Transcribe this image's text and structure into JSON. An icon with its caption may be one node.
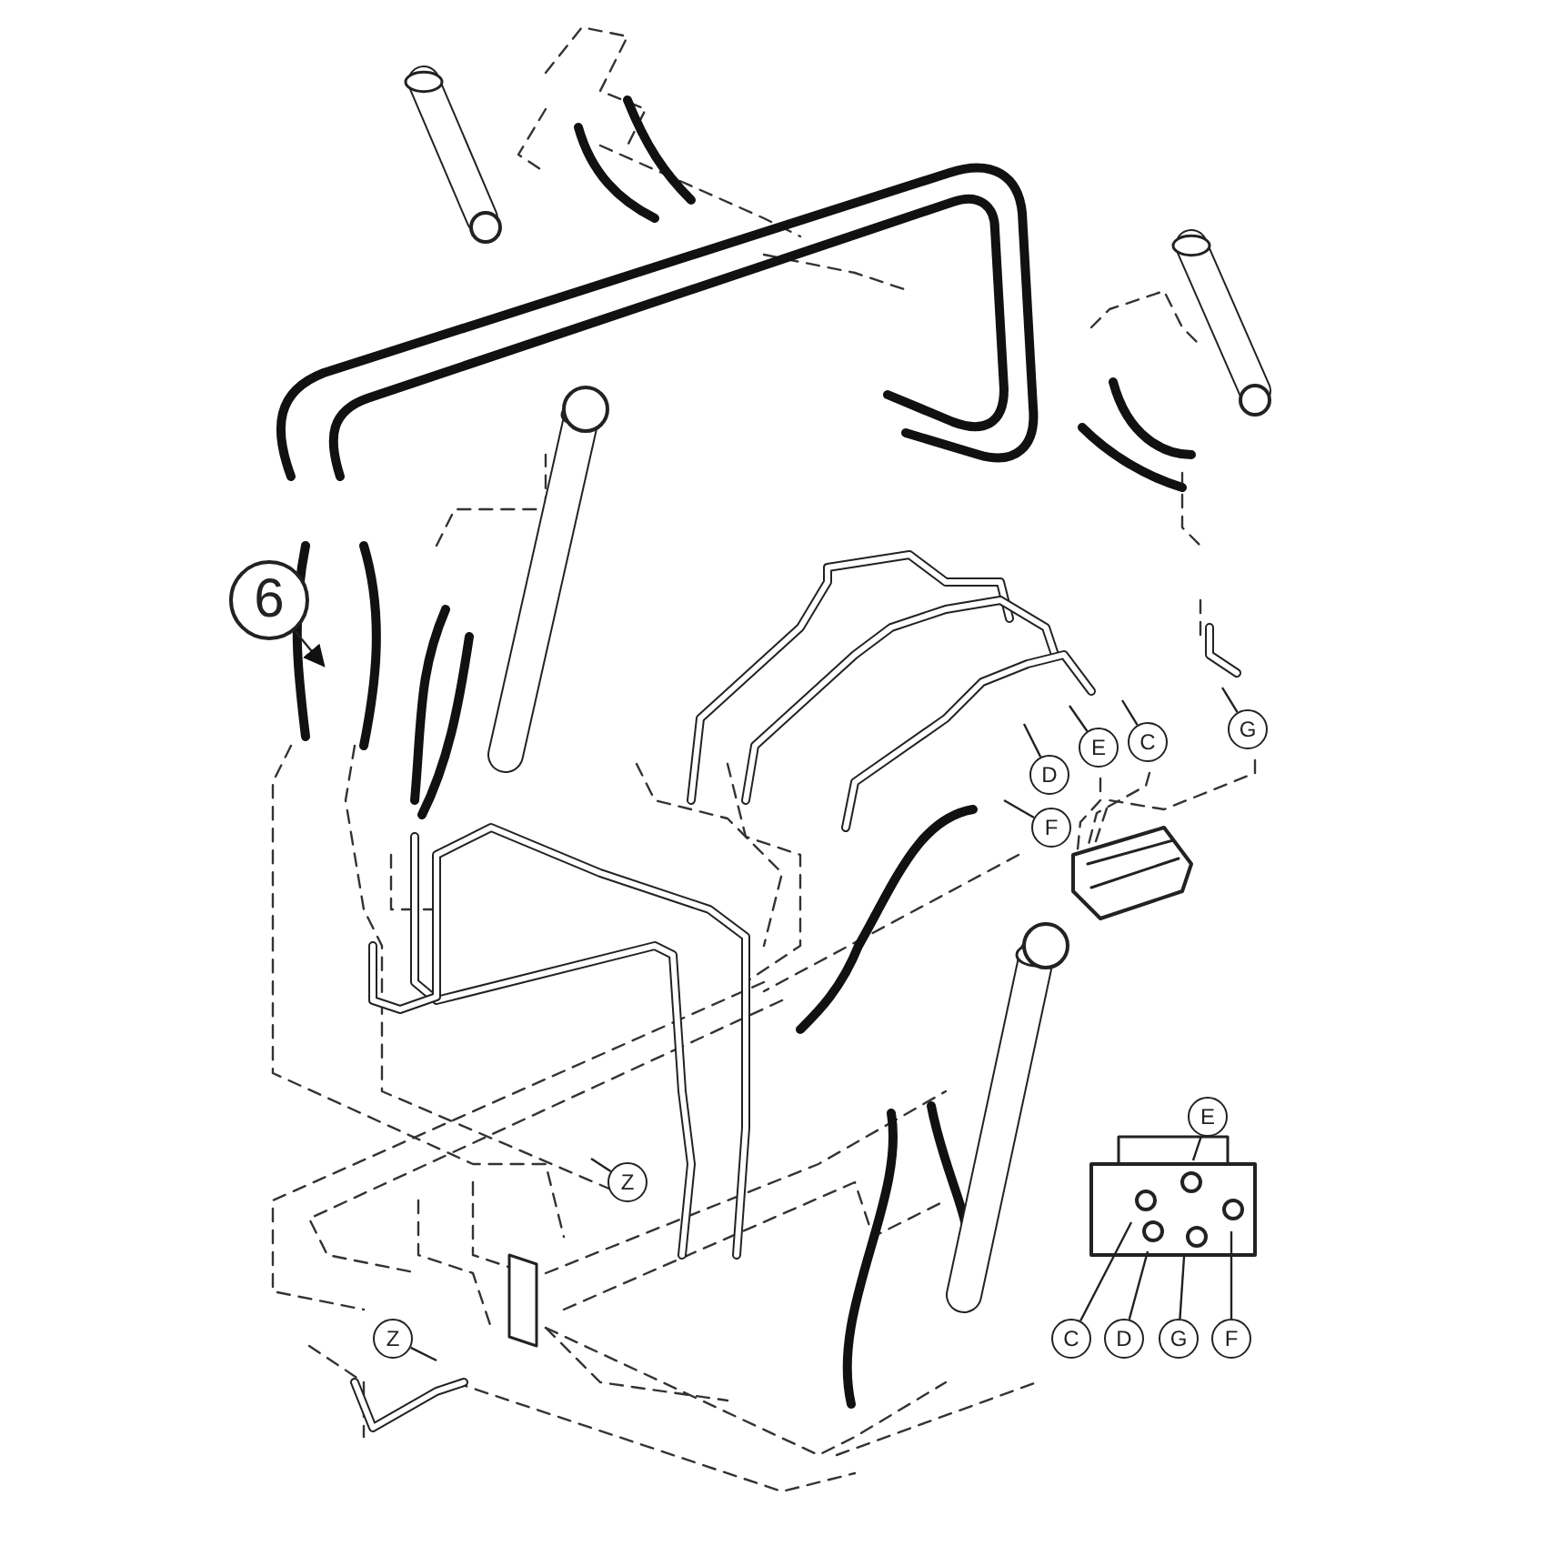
{
  "diagram": {
    "nodes": [
      {
        "text": [
          "6"
        ]
      },
      {
        "text": [
          "D"
        ]
      },
      {
        "text": [
          "E"
        ]
      },
      {
        "text": [
          "C"
        ]
      },
      {
        "text": [
          "G"
        ]
      },
      {
        "text": [
          "F"
        ]
      },
      {
        "text": [
          "Z"
        ]
      },
      {
        "text": [
          "Z"
        ]
      },
      {
        "text": [
          "E"
        ]
      },
      {
        "text": [
          "C"
        ]
      },
      {
        "text": [
          "D"
        ]
      },
      {
        "text": [
          "G"
        ]
      },
      {
        "text": [
          "F"
        ]
      }
    ],
    "edges": [
      {
        "from": 0,
        "to": null,
        "arrow": "to"
      },
      {
        "from": 1,
        "to": null,
        "arrow": "none"
      },
      {
        "from": 2,
        "to": null,
        "arrow": "none"
      },
      {
        "from": 3,
        "to": null,
        "arrow": "none"
      },
      {
        "from": 4,
        "to": null,
        "arrow": "none"
      },
      {
        "from": 5,
        "to": null,
        "arrow": "none"
      },
      {
        "from": 6,
        "to": null,
        "arrow": "none"
      },
      {
        "from": 7,
        "to": null,
        "arrow": "none"
      },
      {
        "from": 8,
        "to": null,
        "arrow": "none"
      },
      {
        "from": 9,
        "to": null,
        "arrow": "none"
      },
      {
        "from": 10,
        "to": null,
        "arrow": "none"
      },
      {
        "from": 11,
        "to": null,
        "arrow": "none"
      },
      {
        "from": 12,
        "to": null,
        "arrow": "none"
      }
    ]
  }
}
